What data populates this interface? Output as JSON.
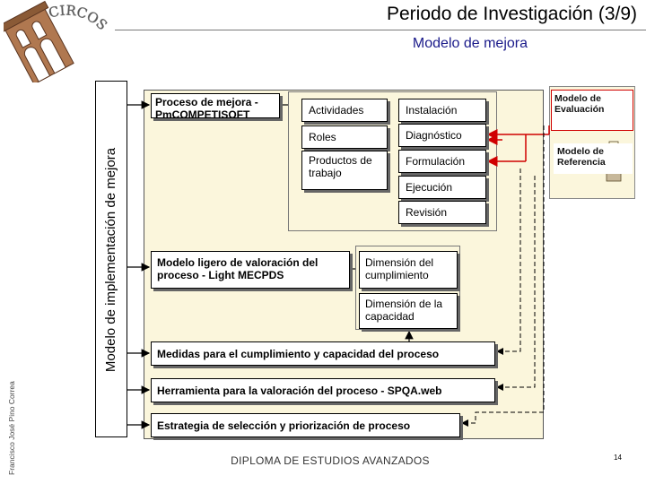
{
  "header": {
    "title": "Periodo de Investigación (3/9)",
    "subtitle": "Modelo de mejora"
  },
  "sidebar": {
    "vertical_label": "Modelo de implementación de mejora",
    "author": "Francisco José Pino Correa"
  },
  "logo": {
    "arc_text": "CIRCOS",
    "icon": "university-arches-logo-icon"
  },
  "diagram": {
    "proceso_mejora": "Proceso de mejora - PmCOMPETISOFT",
    "actividades": "Actividades",
    "roles": "Roles",
    "productos_trabajo": "Productos de trabajo",
    "instalacion": "Instalación",
    "diagnostico": "Diagnóstico",
    "formulacion": "Formulación",
    "ejecucion": "Ejecución",
    "revision": "Revisión",
    "modelo_ligero": "Modelo ligero de valoración del proceso - Light MECPDS",
    "dimension_cumplimiento": "Dimensión del cumplimiento",
    "dimension_capacidad": "Dimensión de la capacidad",
    "medidas": "Medidas para el cumplimiento y capacidad del proceso",
    "herramienta": "Herramienta para la valoración del proceso - SPQA.web",
    "estrategia": "Estrategia de selección y priorización de proceso"
  },
  "side_models": {
    "modelo_evaluacion": "Modelo de Evaluación",
    "modelo_referencia": "Modelo de Referencia",
    "ruler_icon": "ruler-icon",
    "toolbox_icon": "toolbox-icon"
  },
  "colors": {
    "panel_bg": "#fbf6dc",
    "arrow_red": "#d00000",
    "subtitle_blue": "#1a1a8a"
  },
  "footer": {
    "text": "DIPLOMA DE ESTUDIOS AVANZADOS",
    "page_number": "14"
  }
}
